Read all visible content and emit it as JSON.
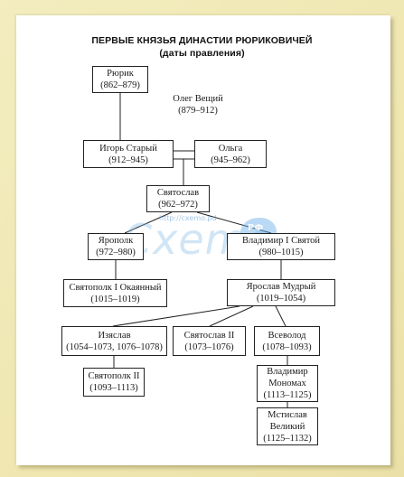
{
  "title": {
    "main": "ПЕРВЫЕ КНЯЗЬЯ ДИНАСТИИ РЮРИКОВИЧЕЙ",
    "sub": "(даты правления)"
  },
  "watermark": {
    "text": "Cxemo",
    "url": "http://cxemo.pd",
    "badge": "РФ"
  },
  "nodes": {
    "ryurik": {
      "name": "Рюрик",
      "dates": "(862–879)"
    },
    "oleg": {
      "name": "Олег Вещий",
      "dates": "(879–912)"
    },
    "igor": {
      "name": "Игорь Старый",
      "dates": "(912–945)"
    },
    "olga": {
      "name": "Ольга",
      "dates": "(945–962)"
    },
    "svyatoslav": {
      "name": "Святослав",
      "dates": "(962–972)"
    },
    "yaropolk": {
      "name": "Ярополк",
      "dates": "(972–980)"
    },
    "vladimir1": {
      "name": "Владимир I Святой",
      "dates": "(980–1015)"
    },
    "svyatopolk1": {
      "name": "Святополк I Окаянный",
      "dates": "(1015–1019)"
    },
    "yaroslav": {
      "name": "Ярослав Мудрый",
      "dates": "(1019–1054)"
    },
    "izyaslav": {
      "name": "Изяслав",
      "dates": "(1054–1073, 1076–1078)"
    },
    "svyatoslav2": {
      "name": "Святослав II",
      "dates": "(1073–1076)"
    },
    "vsevolod": {
      "name": "Всеволод",
      "dates": "(1078–1093)"
    },
    "svyatopolk2": {
      "name": "Святополк II",
      "dates": "(1093–1113)"
    },
    "monomakh": {
      "line1": "Владимир",
      "line2": "Мономах",
      "dates": "(1113–1125)"
    },
    "mstislav": {
      "line1": "Мстислав",
      "line2": "Великий",
      "dates": "(1125–1132)"
    }
  },
  "colors": {
    "background": "#efe8b6",
    "paper": "#ffffff",
    "line": "#222222",
    "watermark": "#78b4e1"
  }
}
